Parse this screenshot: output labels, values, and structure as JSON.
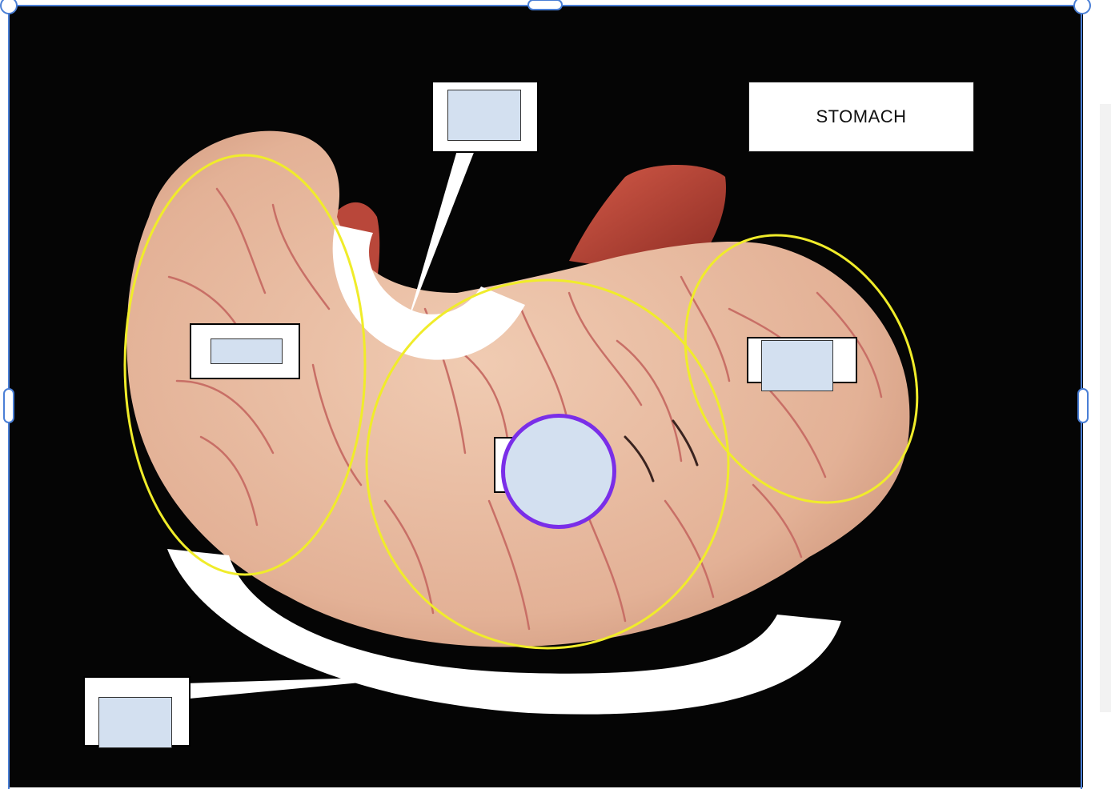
{
  "diagram": {
    "title": "STOMACH",
    "colors": {
      "background": "#050505",
      "stomach_body": "#e6b79b",
      "stomach_shadow": "#c98f74",
      "muscle": "#b9473a",
      "vein": "#c86f66",
      "region_outline": "#f0ec2a",
      "center_circle_outline": "#7a2ee8",
      "answer_fill": "#d3e0f0",
      "selection_border": "#4a7fd6"
    },
    "regions": [
      {
        "name": "left-region-outline"
      },
      {
        "name": "center-region-outline"
      },
      {
        "name": "right-region-outline"
      }
    ],
    "answer_boxes": [
      {
        "name": "top-pointer-label"
      },
      {
        "name": "left-region-label"
      },
      {
        "name": "right-region-label"
      },
      {
        "name": "center-label"
      },
      {
        "name": "bottom-curvature-label"
      }
    ]
  }
}
